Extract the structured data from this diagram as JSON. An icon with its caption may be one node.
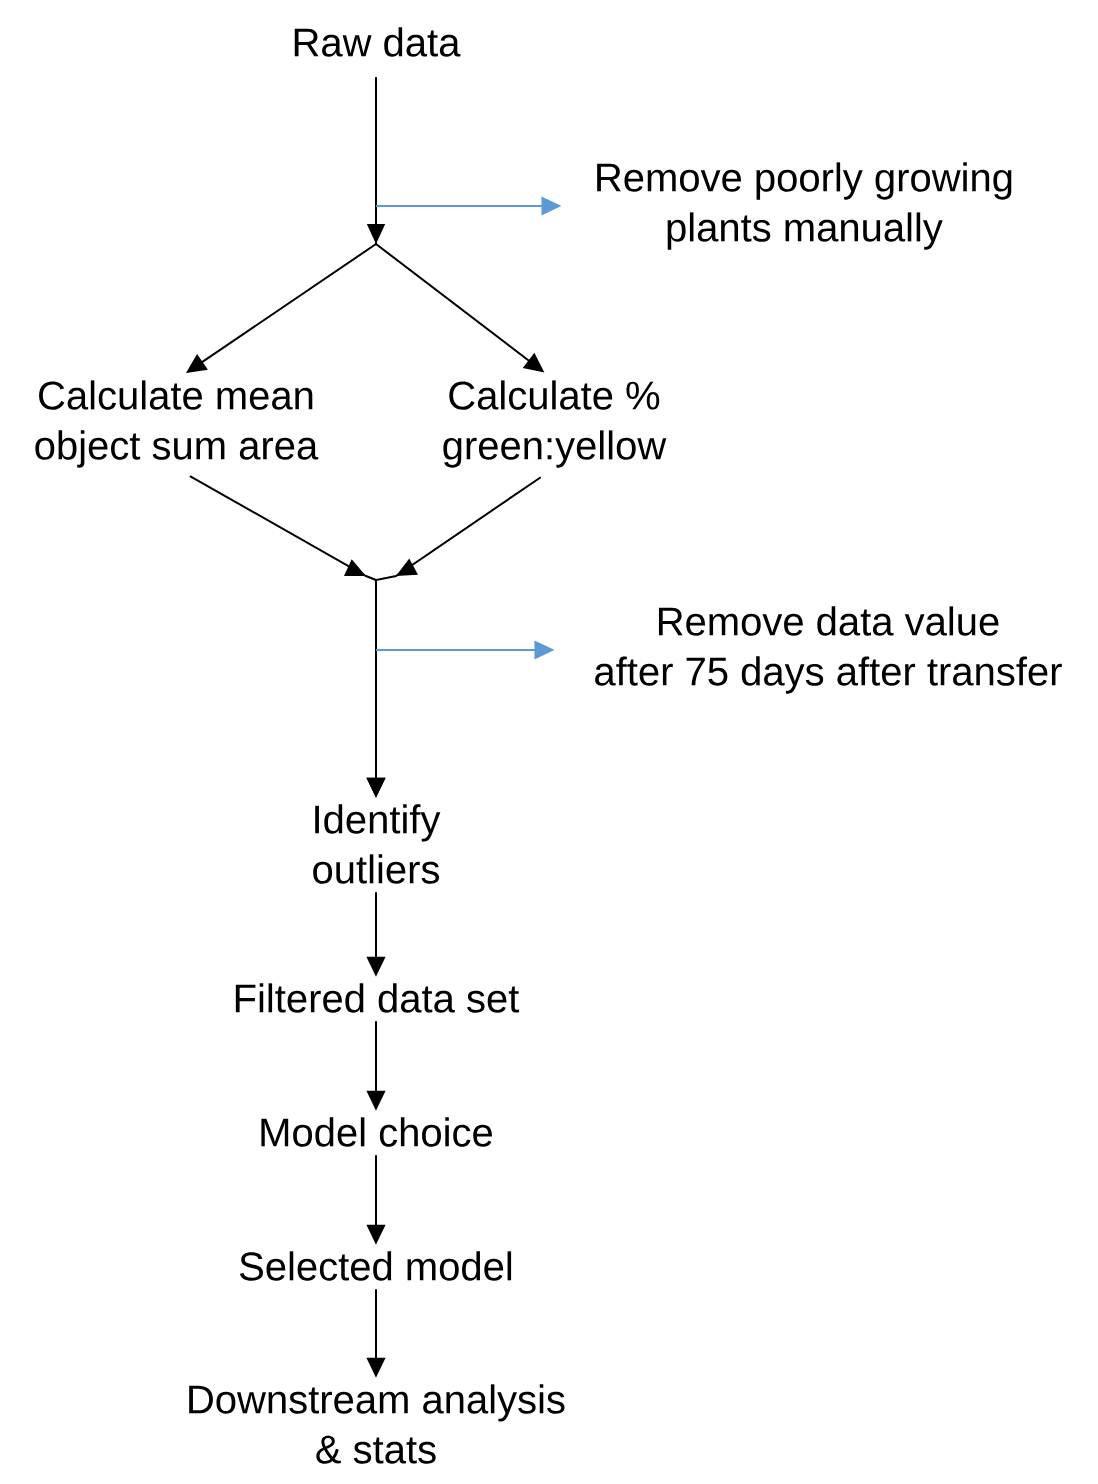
{
  "diagram": {
    "nodes": [
      {
        "text": [
          "Raw data"
        ]
      },
      {
        "text": [
          "Remove poorly growing plants manually"
        ]
      },
      {
        "text": [
          "Calculate mean object sum area"
        ]
      },
      {
        "text": [
          "Calculate % green:yellow"
        ]
      },
      {
        "text": [
          "Remove data value after 75 days after transfer"
        ]
      },
      {
        "text": [
          "Identify outliers"
        ]
      },
      {
        "text": [
          "Filtered data set"
        ]
      },
      {
        "text": [
          "Model choice"
        ]
      },
      {
        "text": [
          "Selected model"
        ]
      },
      {
        "text": [
          "Downstream analysis & stats"
        ]
      }
    ],
    "edges": [
      {
        "from": 0,
        "to": 2,
        "arrow": "to"
      },
      {
        "from": 0,
        "to": 3,
        "arrow": "to"
      },
      {
        "from": null,
        "to": 1,
        "arrow": "to",
        "color": "#5b9bd5"
      },
      {
        "from": 2,
        "to": 5,
        "arrow": "to"
      },
      {
        "from": 3,
        "to": 5,
        "arrow": "to"
      },
      {
        "from": null,
        "to": 4,
        "arrow": "to",
        "color": "#5b9bd5"
      },
      {
        "from": 5,
        "to": 6,
        "arrow": "to"
      },
      {
        "from": 6,
        "to": 7,
        "arrow": "to"
      },
      {
        "from": 7,
        "to": 8,
        "arrow": "to"
      },
      {
        "from": 8,
        "to": 9,
        "arrow": "to"
      }
    ]
  }
}
